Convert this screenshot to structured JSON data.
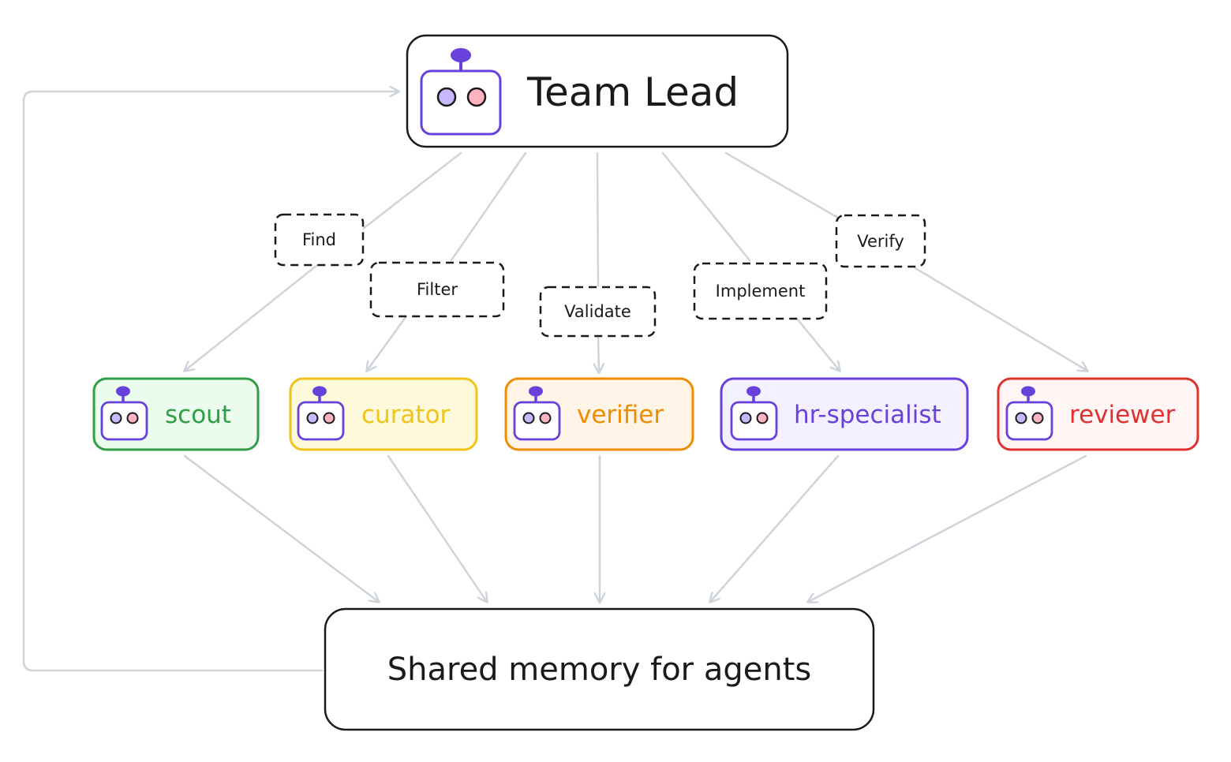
{
  "lead": {
    "label": "Team Lead"
  },
  "memory": {
    "label": "Shared memory for agents"
  },
  "actions": [
    {
      "id": "find",
      "label": "Find"
    },
    {
      "id": "filter",
      "label": "Filter"
    },
    {
      "id": "validate",
      "label": "Validate"
    },
    {
      "id": "implement",
      "label": "Implement"
    },
    {
      "id": "verify",
      "label": "Verify"
    }
  ],
  "agents": [
    {
      "id": "scout",
      "label": "scout",
      "color": "#2f9e44",
      "fill": "#ebfbee"
    },
    {
      "id": "curator",
      "label": "curator",
      "color": "#f0c419",
      "fill": "#fff9db"
    },
    {
      "id": "verifier",
      "label": "verifier",
      "color": "#f08c00",
      "fill": "#fff4e6"
    },
    {
      "id": "hr-specialist",
      "label": "hr-specialist",
      "color": "#6741d9",
      "fill": "#f3f0ff"
    },
    {
      "id": "reviewer",
      "label": "reviewer",
      "color": "#e03131",
      "fill": "#fff5f5"
    }
  ],
  "colors": {
    "robot": "#6741d9",
    "robot_eye_left": "#c8b8ff",
    "robot_eye_right": "#ffb3c1",
    "arrow": "#ced4da",
    "border": "#1a1a1a"
  }
}
